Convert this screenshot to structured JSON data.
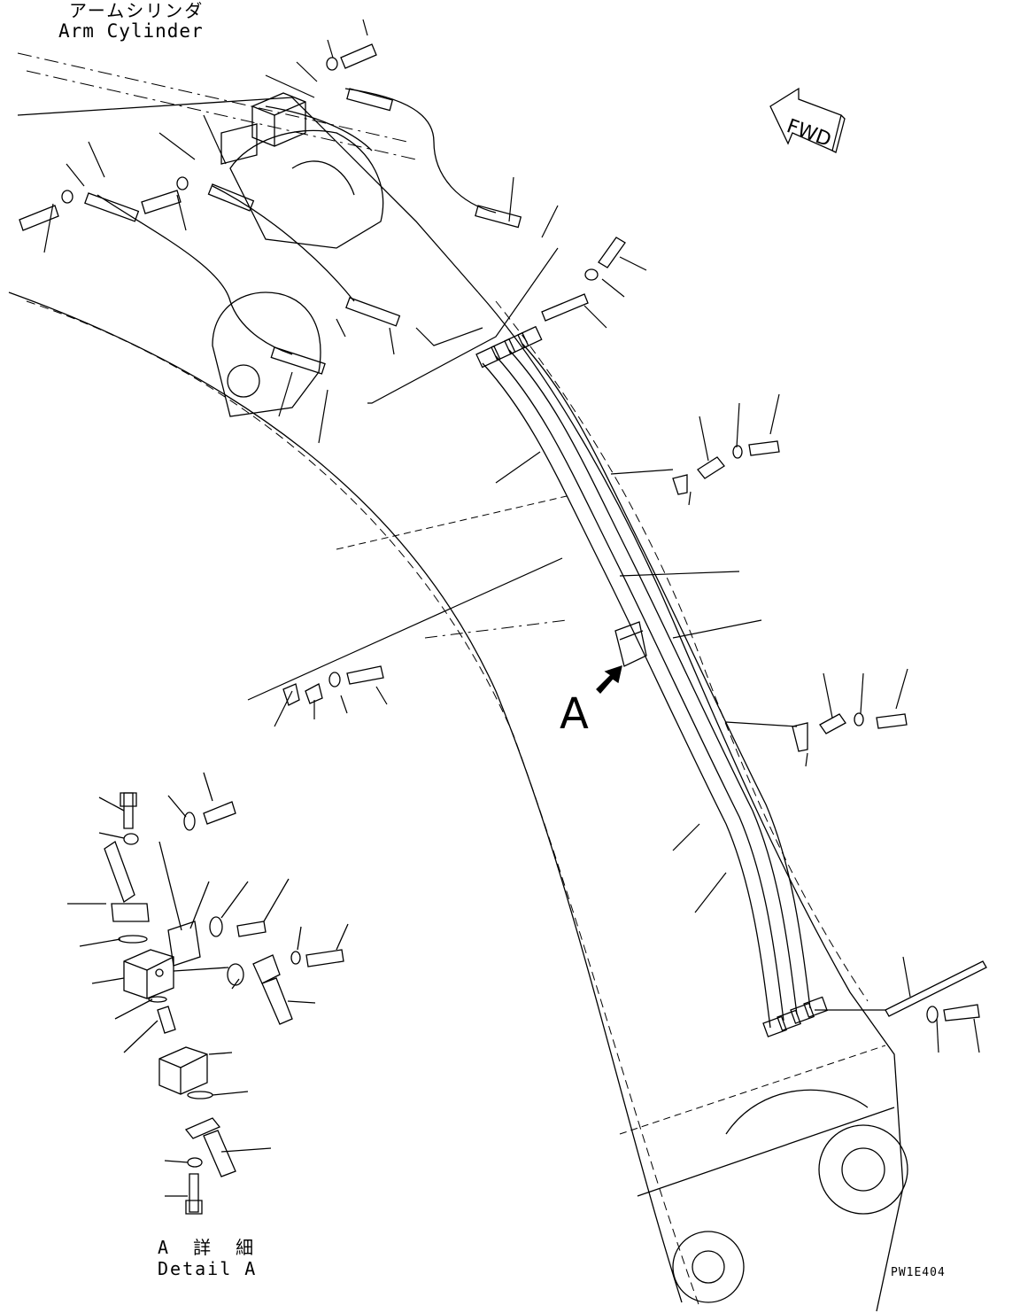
{
  "labels": {
    "arm_cylinder_ja": "アームシリンダ",
    "arm_cylinder_en": "Arm Cylinder",
    "fwd": "FWD",
    "callout": "A",
    "detail_ja": "A 詳 細",
    "detail_en": "Detail A",
    "drawing_code": "PW1E404"
  },
  "colors": {
    "line": "#000000",
    "background": "#ffffff"
  }
}
